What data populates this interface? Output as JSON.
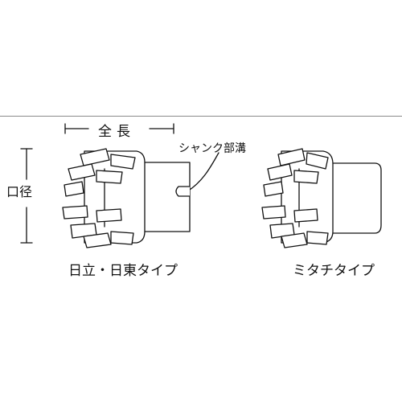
{
  "labels": {
    "total_length": "全長",
    "diameter": "口径",
    "shank_groove": "シャンク部溝",
    "type_hitachi": "日立・日東タイプ",
    "type_mitachi": "ミタチタイプ"
  },
  "colors": {
    "line": "#111111",
    "divider": "#8a8a8a",
    "background": "#ffffff"
  },
  "icons": [
    "core-drill-bit-hitachi-icon",
    "core-drill-bit-mitachi-icon"
  ]
}
